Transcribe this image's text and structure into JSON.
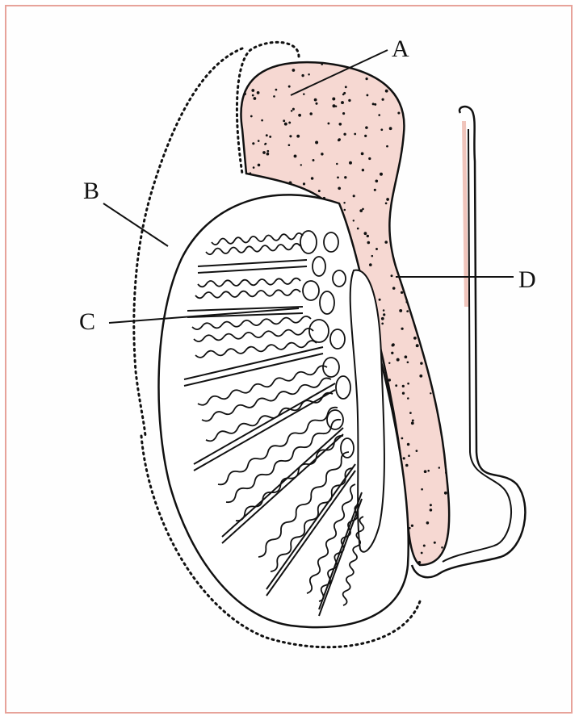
{
  "labels": {
    "a": "A",
    "b": "B",
    "c": "C",
    "d": "D"
  },
  "colors": {
    "border": "#e7a39a",
    "epididymis_fill": "#f6d8d2",
    "ink": "#111111"
  }
}
